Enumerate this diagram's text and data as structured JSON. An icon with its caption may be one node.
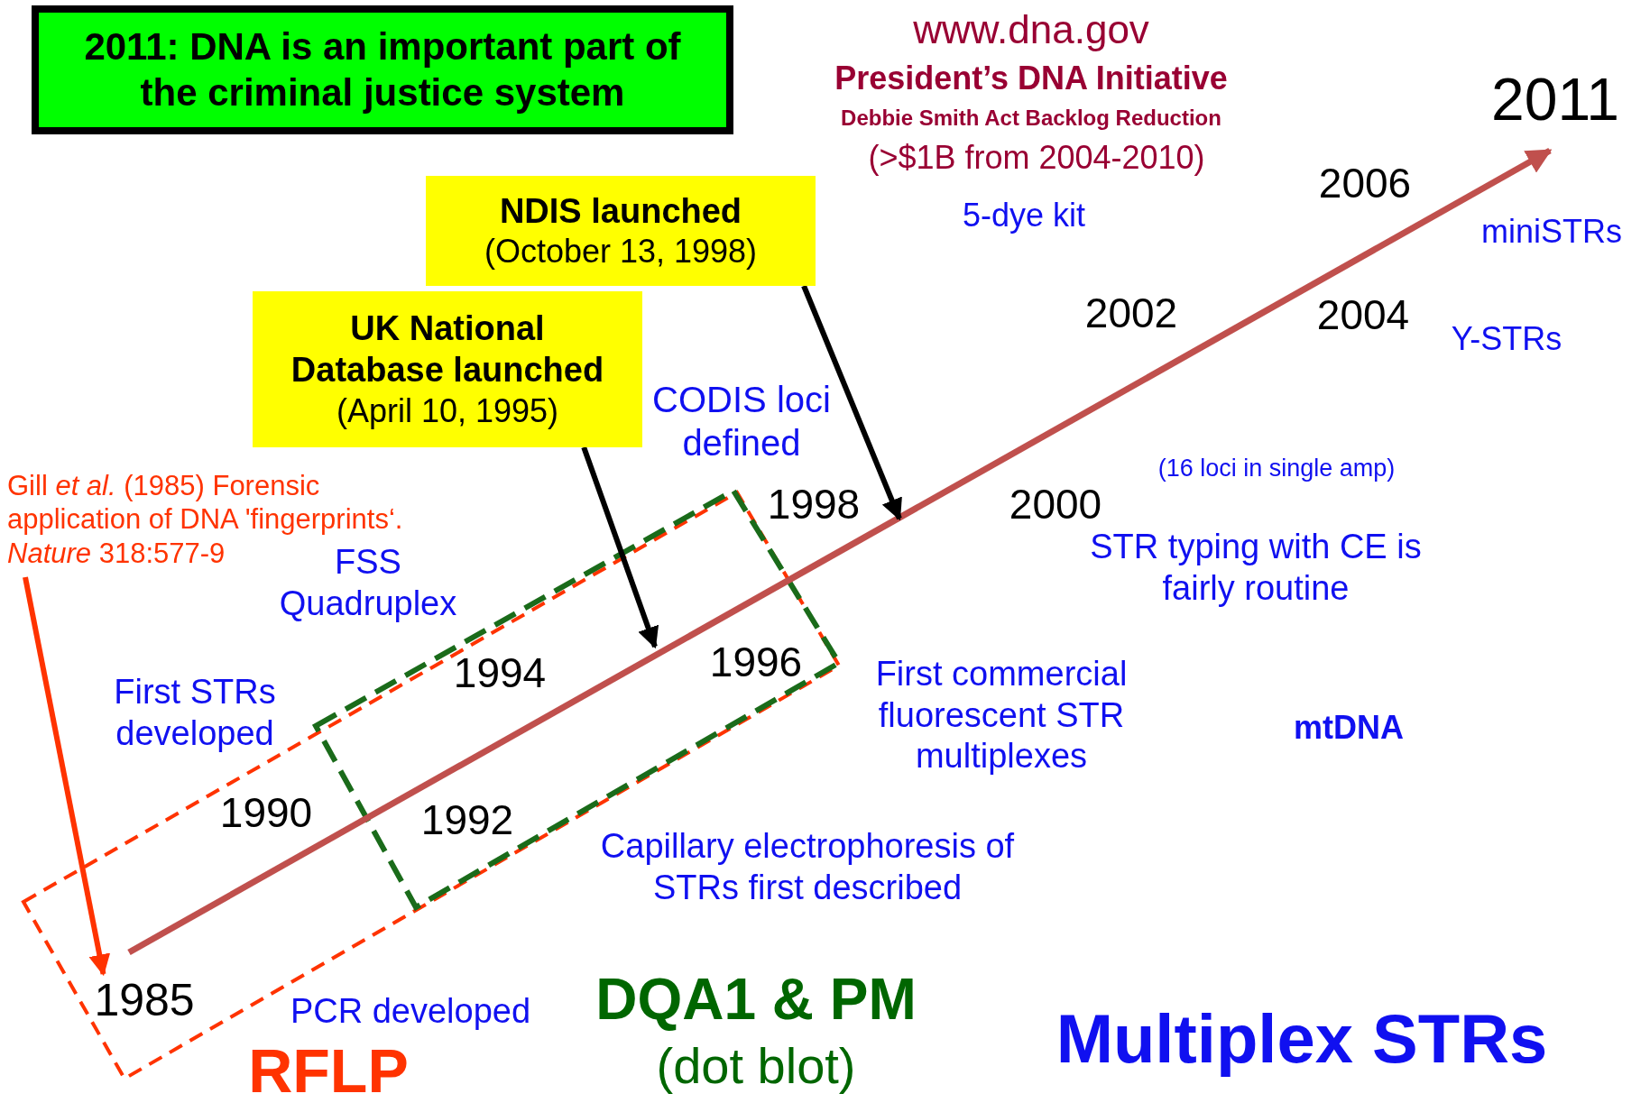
{
  "diagram": {
    "nodes": [
      {
        "text": [
          "2011: DNA is an important part of the criminal justice system"
        ]
      },
      {
        "text": [
          "NDIS launched",
          "(October 13, 1998)"
        ]
      },
      {
        "text": [
          "UK National Database launched",
          "(April 10, 1995)"
        ]
      },
      {
        "text": [
          "Gill *et al.* (1985) Forensic application of DNA 'fingerprints‘. *Nature* 318:577-9"
        ]
      },
      {
        "text": [
          "1985"
        ]
      }
    ],
    "edges": [
      {
        "from": 1,
        "to": null,
        "arrow": "to"
      },
      {
        "from": 2,
        "to": null,
        "arrow": "to"
      },
      {
        "from": 3,
        "to": 4,
        "arrow": "to",
        "color": "#ff3300"
      }
    ],
    "labels": [
      "www.dna.gov",
      "President’s DNA Initiative",
      "Debbie Smith Act Backlog Reduction",
      "(>$1B from 2004-2010)",
      "2011",
      "2006",
      "miniSTRs",
      "5-dye kit",
      "2002",
      "2004",
      "Y-STRs",
      "CODIS loci defined",
      "(16 loci in single amp)",
      "1998",
      "2000",
      "STR typing with CE is fairly routine",
      "FSS Quadruplex",
      "1994",
      "1996",
      "First commercial fluorescent STR multiplexes",
      "mtDNA",
      "First STRs developed",
      "1990",
      "1992",
      "Capillary electrophoresis of STRs first described",
      "PCR developed",
      "DQA1 & PM",
      "(dot blot)",
      "Multiplex STRs",
      "RFLP"
    ]
  }
}
